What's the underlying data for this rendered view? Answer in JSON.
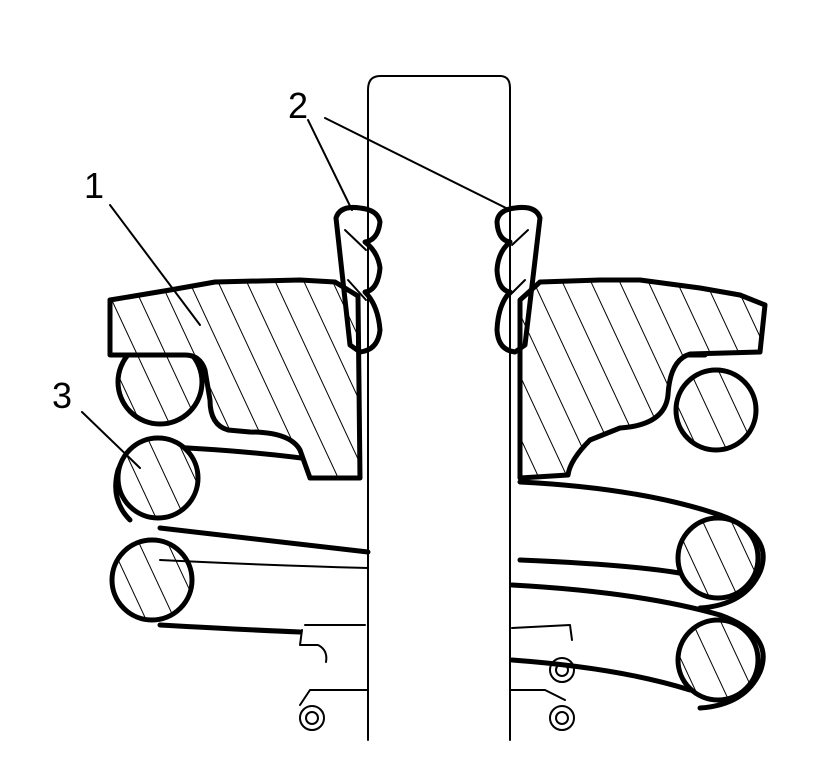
{
  "callouts": {
    "retainer": "1",
    "keepers": "2",
    "spring": "3"
  },
  "colors": {
    "line": "#000000",
    "background": "#ffffff"
  }
}
